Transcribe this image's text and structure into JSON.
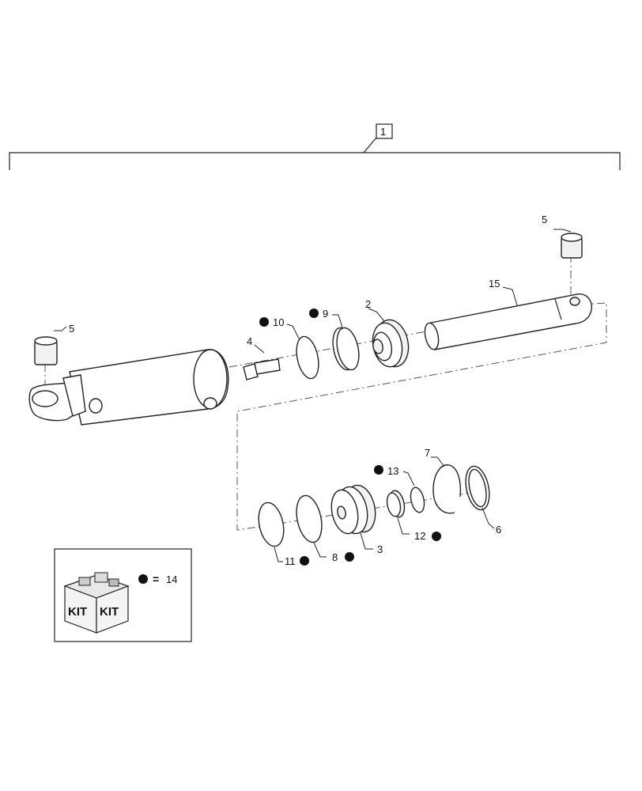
{
  "assembly_callout": "1",
  "callouts": {
    "c2": "2",
    "c3": "3",
    "c4": "4",
    "c5a": "5",
    "c5b": "5",
    "c6": "6",
    "c7": "7",
    "c8": "8",
    "c9": "9",
    "c10": "10",
    "c11": "11",
    "c12": "12",
    "c13": "13",
    "c15": "15"
  },
  "kit_legend": {
    "equals": "=",
    "number": "14",
    "box_text_left": "KIT",
    "box_text_right": "KIT"
  }
}
